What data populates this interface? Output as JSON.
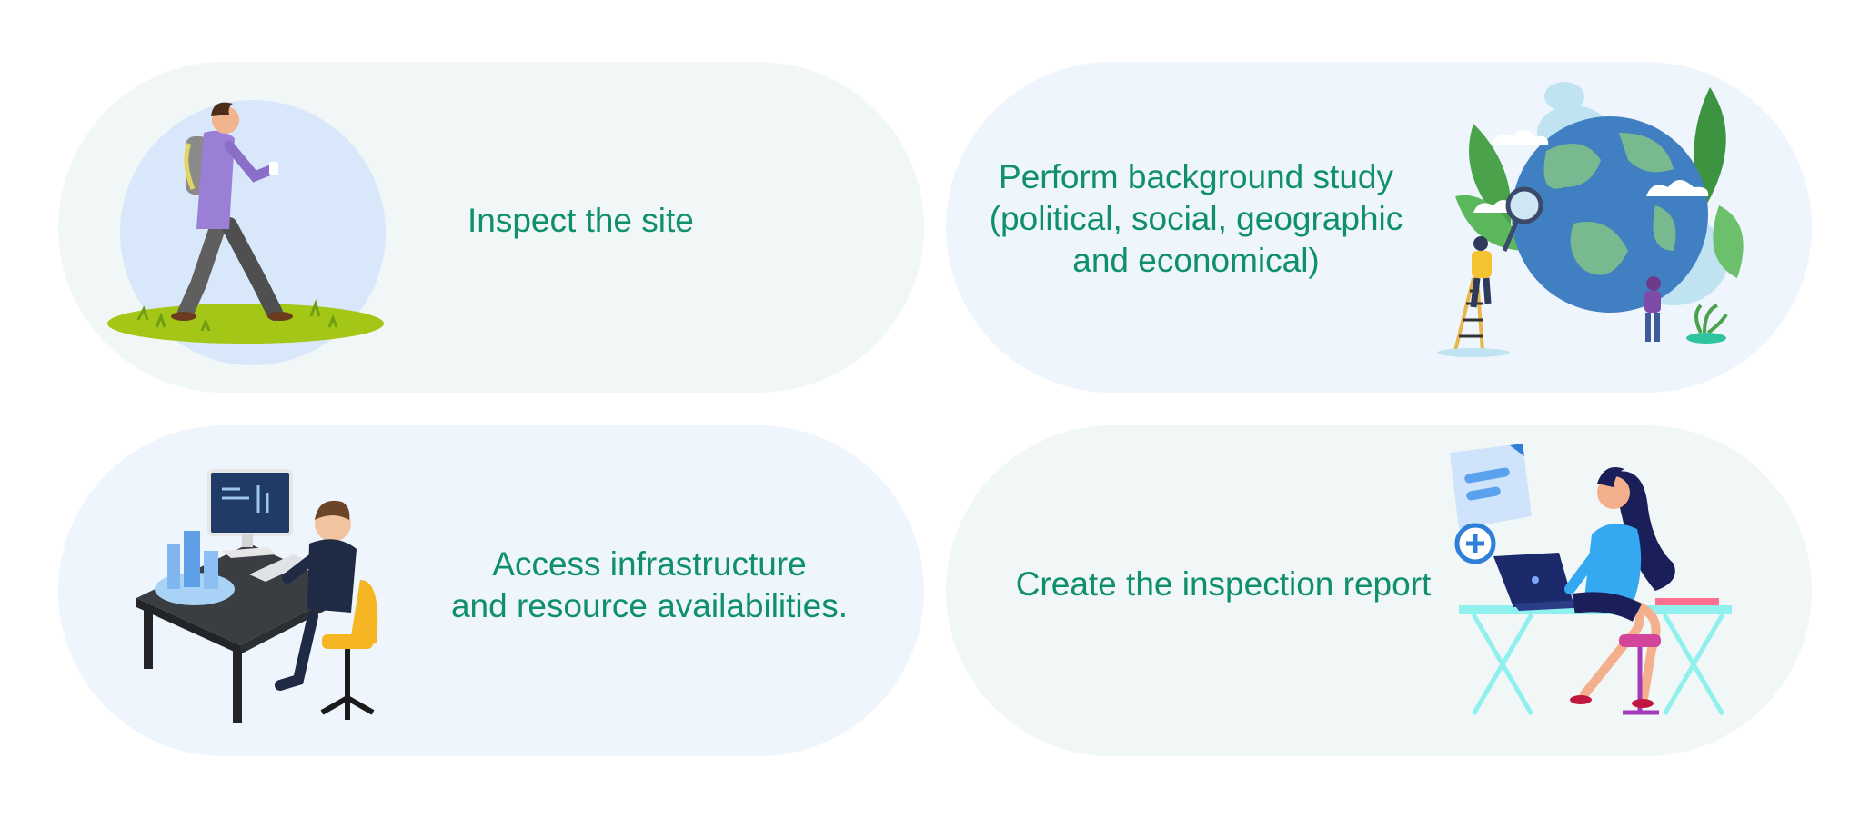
{
  "steps": [
    {
      "text": "Inspect the site",
      "illustration": "person-walking-illustration"
    },
    {
      "text": "Perform background study\n(political, social, geographic\nand economical)",
      "illustration": "globe-research-illustration"
    },
    {
      "text": "Access infrastructure\nand  resource availabilities.",
      "illustration": "person-at-computer-illustration"
    },
    {
      "text": "Create the inspection report",
      "illustration": "woman-with-laptop-report-illustration"
    }
  ],
  "colors": {
    "text": "#0f8f6e",
    "card_mint": "#f1f7f6",
    "card_sky": "#eef5fd"
  }
}
